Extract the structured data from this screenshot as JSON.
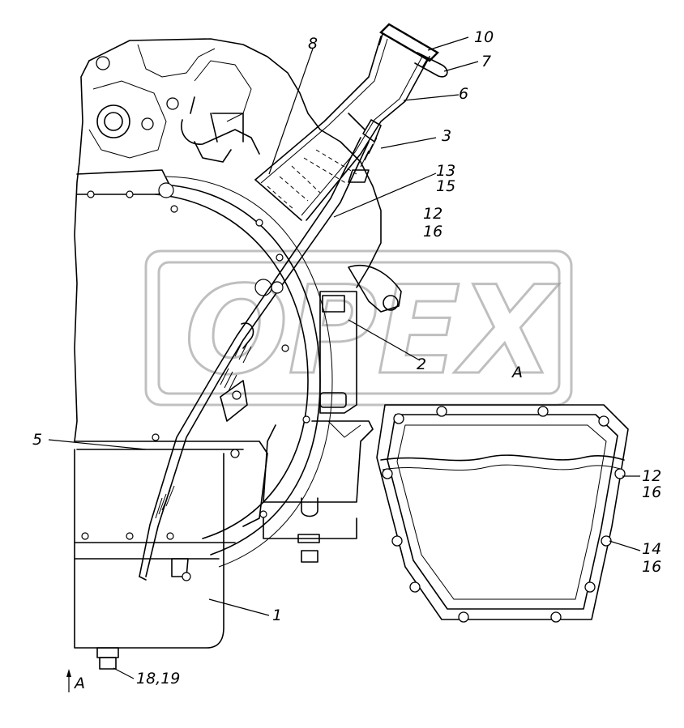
{
  "callouts": {
    "c10": "10",
    "c7": "7",
    "c8": "8",
    "c6": "6",
    "c3": "3",
    "c13": "13",
    "c15": "15",
    "c12a": "12",
    "c16a": "16",
    "c2": "2",
    "c5": "5",
    "c1": "1",
    "c12b": "12",
    "c16b": "16",
    "c14": "14",
    "c16c": "16",
    "c1819": "18,19"
  },
  "view_label_top": "A",
  "view_label_bottom": "A",
  "watermark": "OPEX"
}
